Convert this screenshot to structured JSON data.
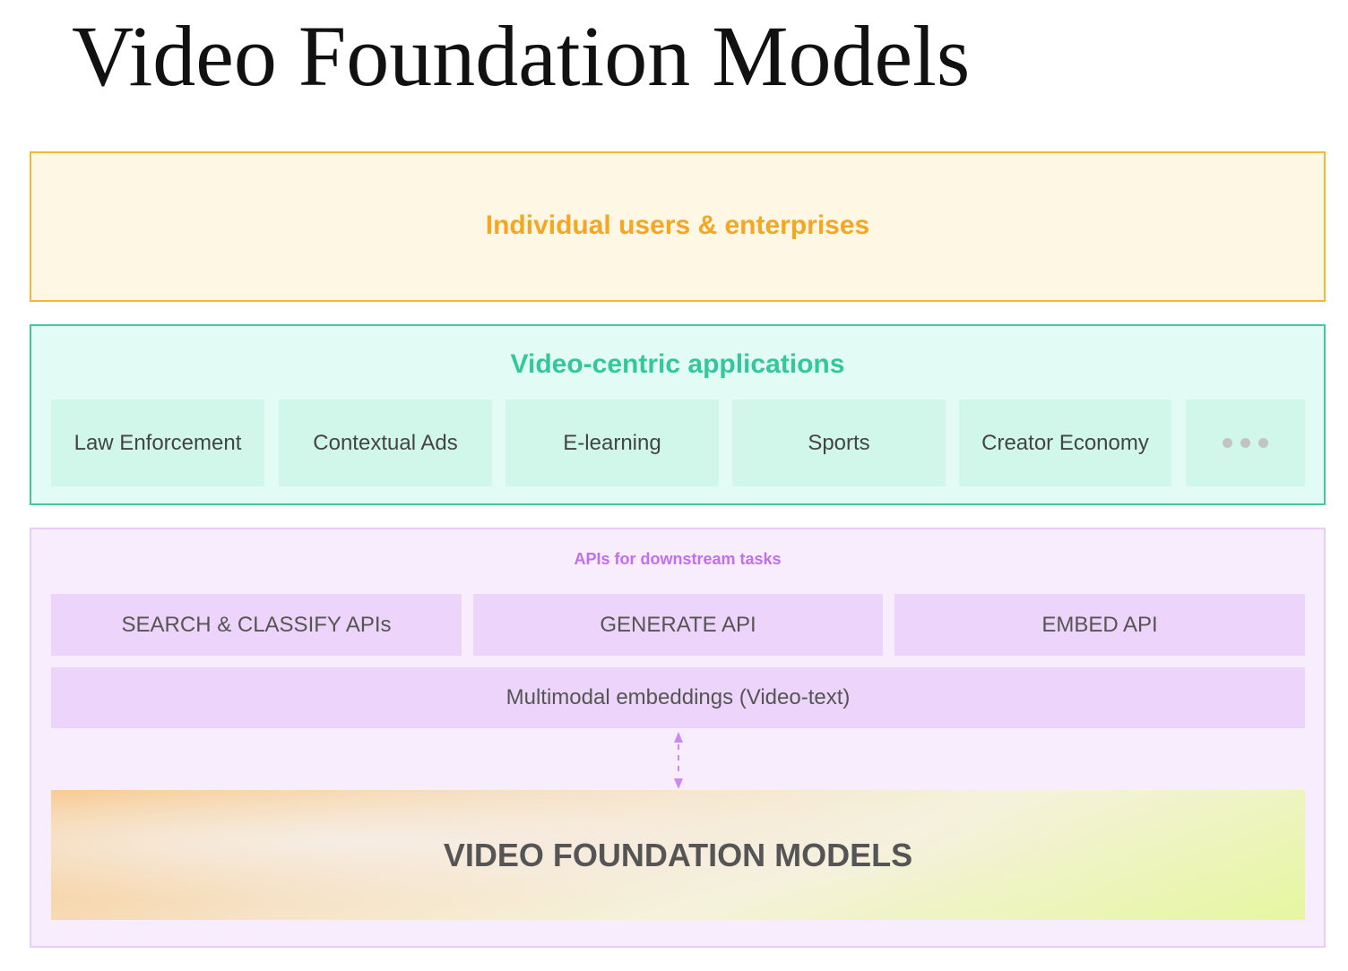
{
  "title": "Video Foundation Models",
  "layers": {
    "users": {
      "label": "Individual users & enterprises"
    },
    "applications": {
      "label": "Video-centric applications",
      "items": [
        "Law Enforcement",
        "Contextual Ads",
        "E-learning",
        "Sports",
        "Creator Economy"
      ],
      "more_icon": "ellipsis-icon"
    },
    "apis": {
      "label": "APIs for downstream tasks",
      "items": [
        "SEARCH & CLASSIFY APIs",
        "GENERATE API",
        "EMBED API"
      ],
      "embeddings": "Multimodal embeddings (Video-text)",
      "connector_icon": "bidirectional-dashed-arrow-icon",
      "foundation": "VIDEO FOUNDATION MODELS"
    }
  },
  "colors": {
    "users": "#f5a623",
    "applications": "#33c79a",
    "apis": "#c26ef0"
  }
}
